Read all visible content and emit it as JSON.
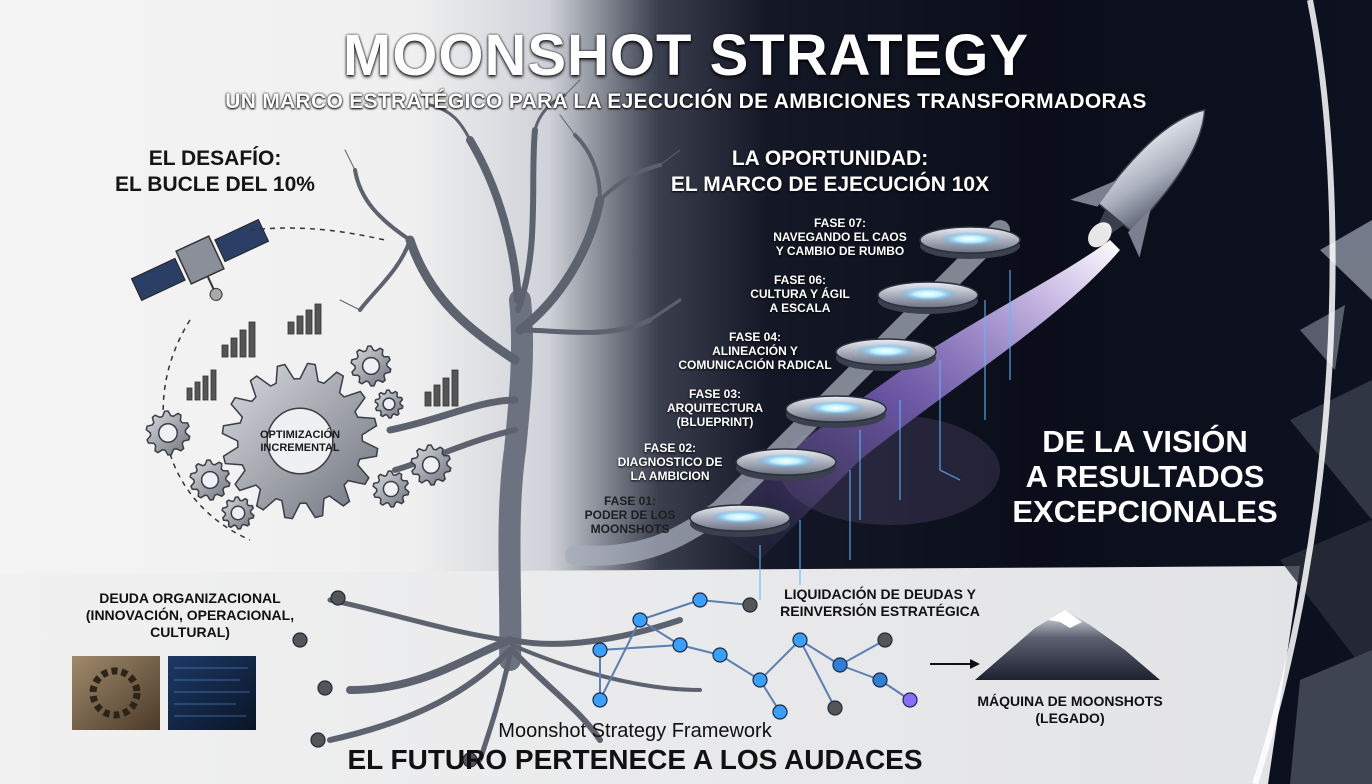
{
  "title": "MOONSHOT STRATEGY",
  "subtitle": "UN MARCO ESTRATÉGICO PARA LA EJECUCIÓN DE AMBICIONES TRANSFORMADORAS",
  "challenge": {
    "line1": "EL DESAFÍO:",
    "line2": "EL BUCLE DEL 10%"
  },
  "gear_label": {
    "line1": "OPTIMIZACIÓN",
    "line2": "INCREMENTAL"
  },
  "opportunity": {
    "line1": "LA OPORTUNIDAD:",
    "line2": "EL MARCO DE EJECUCIÓN 10X"
  },
  "phases": [
    {
      "l1": "FASE 01:",
      "l2": "PODER DE LOS",
      "l3": "MOONSHOTS"
    },
    {
      "l1": "FASE 02:",
      "l2": "DIAGNOSTICO DE",
      "l3": "LA AMBICION"
    },
    {
      "l1": "FASE 03:",
      "l2": "ARQUITECTURA",
      "l3": "(BLUEPRINT)"
    },
    {
      "l1": "FASE 04:",
      "l2": "ALINEACIÓN Y",
      "l3": "COMUNICACIÓN RADICAL"
    },
    {
      "l1": "FASE 06:",
      "l2": "CULTURA Y ÁGIL",
      "l3": "A ESCALA"
    },
    {
      "l1": "FASE 07:",
      "l2": "NAVEGANDO EL CAOS",
      "l3": "Y CAMBIO DE RUMBO"
    }
  ],
  "vision": {
    "line1": "DE LA VISIÓN",
    "line2": "A RESULTADOS",
    "line3": "EXCEPCIONALES"
  },
  "debt": {
    "line1": "DEUDA ORGANIZACIONAL",
    "line2": "(INNOVACIÓN, OPERACIONAL,",
    "line3": "CULTURAL)"
  },
  "liquidation": {
    "line1": "LIQUIDACIÓN DE DEUDAS Y",
    "line2": "REINVERSIÓN ESTRATÉGICA"
  },
  "machine": {
    "line1": "MÁQUINA DE MOONSHOTS",
    "line2": "(LEGADO)"
  },
  "footer": {
    "sub": "Moonshot Strategy Framework",
    "main": "EL FUTURO PERTENECE A LOS AUDACES"
  },
  "colors": {
    "accent_glow": "#9fe8ff",
    "node_blue": "#3aa0ff",
    "trail_purple": "#b07cff",
    "dark_bg": "#0b0e1a"
  }
}
